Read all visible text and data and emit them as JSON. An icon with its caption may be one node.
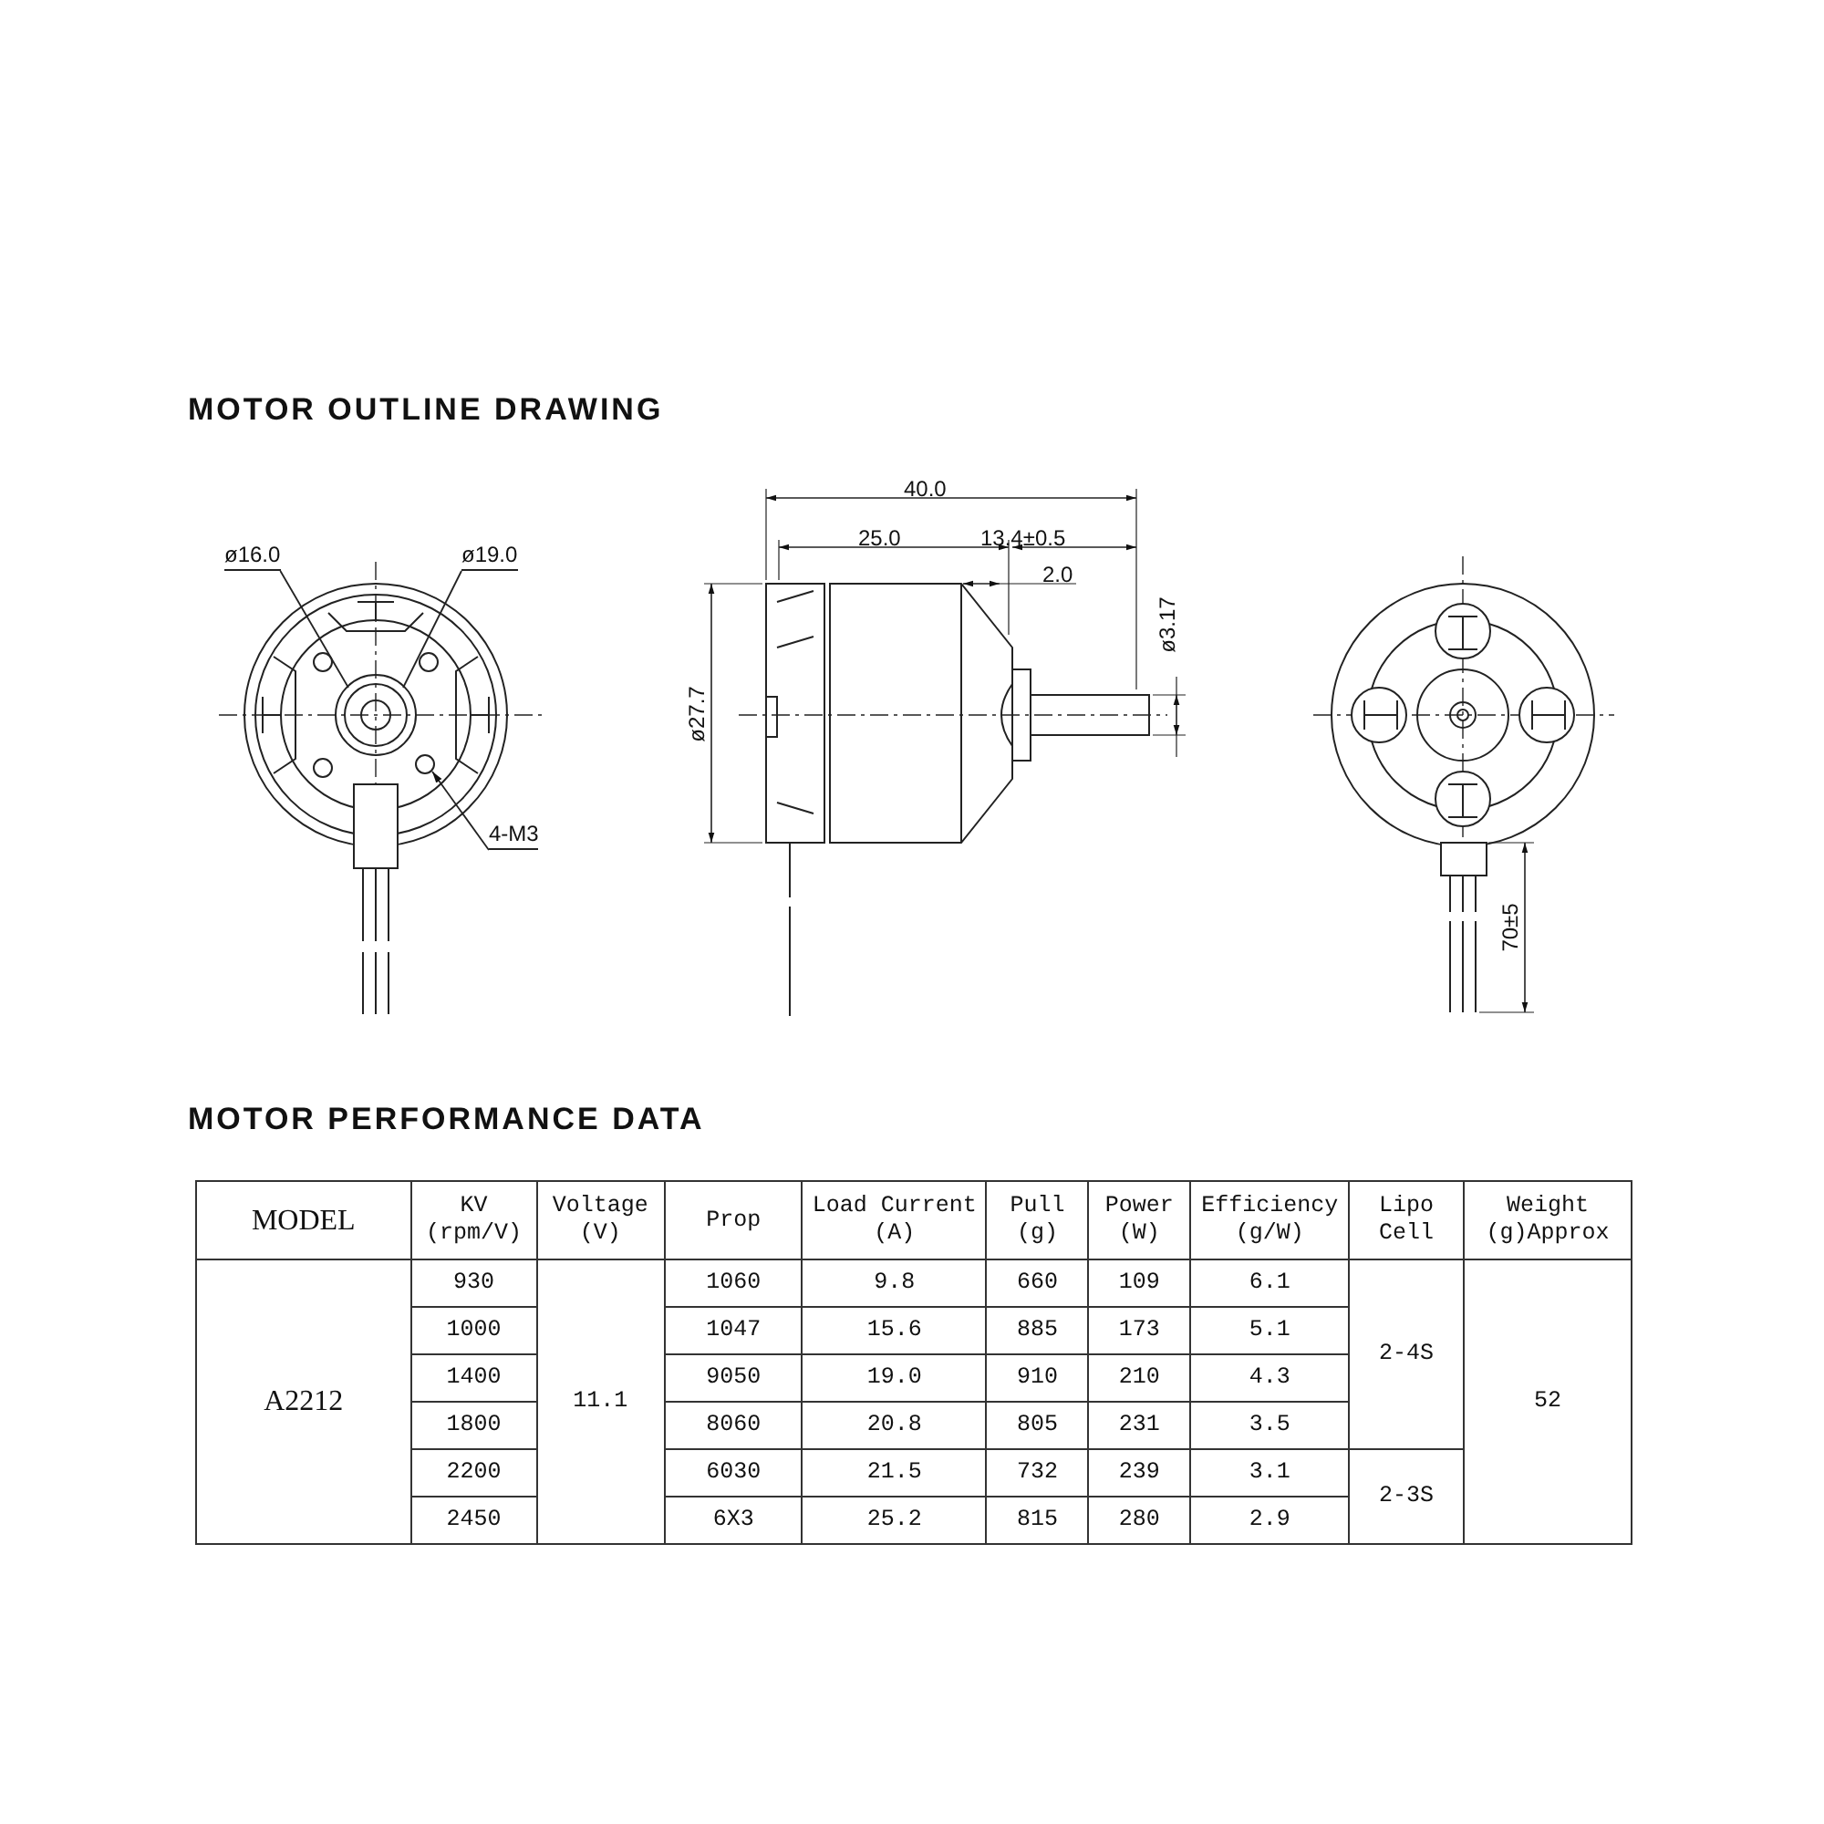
{
  "diagram": {
    "title": "MOTOR OUTLINE DRAWING",
    "nodes": [
      {
        "text": [
          "ø16.0"
        ]
      },
      {
        "text": [
          "ø19.0"
        ]
      },
      {
        "text": [
          "4-M3"
        ]
      }
    ],
    "edges": [
      {
        "from": 0,
        "to": null,
        "arrow": "none"
      },
      {
        "from": 1,
        "to": null,
        "arrow": "none"
      },
      {
        "from": 2,
        "to": null,
        "arrow": "to"
      }
    ],
    "labels": [
      "40.0",
      "25.0",
      "13.4±0.5",
      "2.0",
      "ø3.17",
      "ø27.7",
      "70±5",
      "MOTOR PERFORMANCE DATA",
      "MODEL",
      "KV (rpm/V)",
      "Voltage (V)",
      "Prop",
      "Load Current (A)",
      "Pull (g)",
      "Power (W)",
      "Efficiency (g/W)",
      "Lipo Cell",
      "Weight (g)Approx",
      "A2212",
      "930",
      "11.1",
      "1060",
      "9.8",
      "660",
      "109",
      "6.1",
      "2-4S",
      "52",
      "1000",
      "1047",
      "15.6",
      "885",
      "173",
      "5.1",
      "1400",
      "9050",
      "19.0",
      "910",
      "210",
      "4.3",
      "1800",
      "8060",
      "20.8",
      "805",
      "231",
      "3.5",
      "2200",
      "6030",
      "21.5",
      "732",
      "239",
      "3.1",
      "2-3S",
      "2450",
      "6X3",
      "25.2",
      "815",
      "280",
      "2.9"
    ]
  }
}
